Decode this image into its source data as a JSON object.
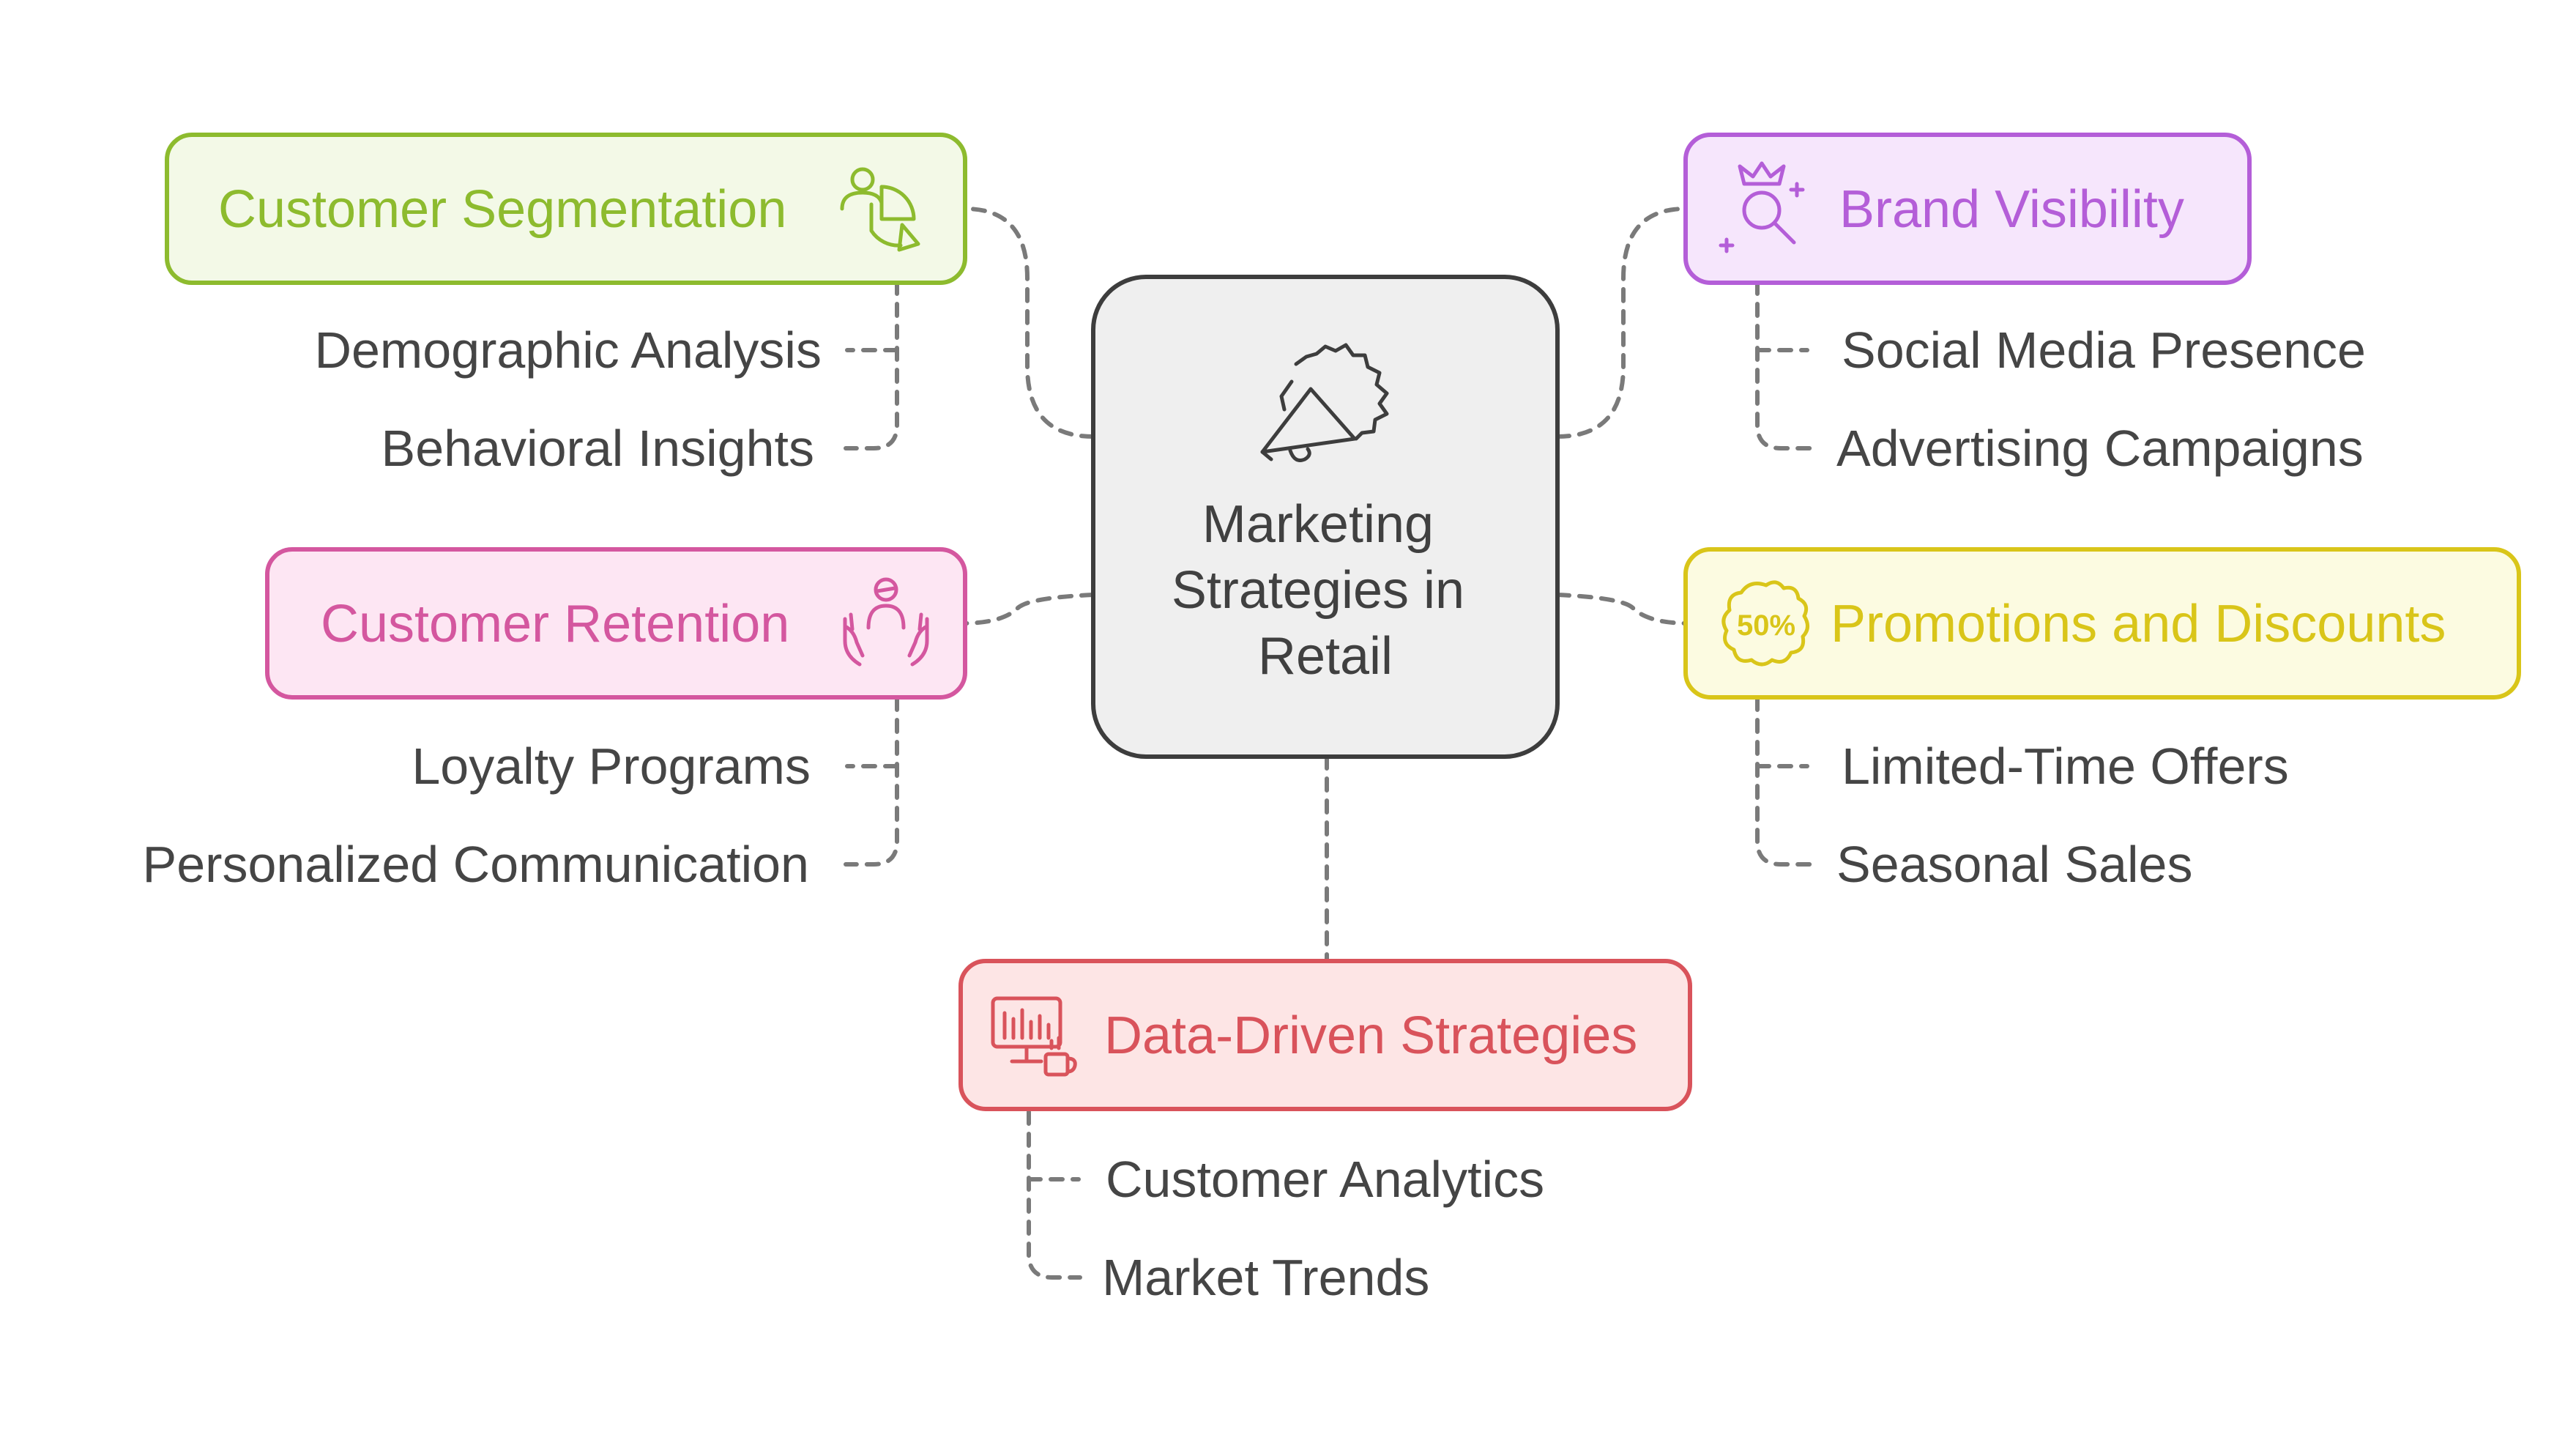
{
  "diagram": {
    "center": {
      "lines": [
        "Marketing",
        "Strategies in",
        "Retail"
      ],
      "icon": "megaphone-icon"
    },
    "categories": [
      {
        "key": "segmentation",
        "title": "Customer Segmentation",
        "icon": "pie-chart-user-icon",
        "color": "#8dbb2e",
        "fill": "#f3f9e7",
        "items": [
          "Demographic Analysis",
          "Behavioral Insights"
        ]
      },
      {
        "key": "retention",
        "title": "Customer Retention",
        "icon": "hands-person-icon",
        "color": "#d4579f",
        "fill": "#fde6f3",
        "items": [
          "Loyalty Programs",
          "Personalized Communication"
        ]
      },
      {
        "key": "brand",
        "title": "Brand Visibility",
        "icon": "crown-search-icon",
        "color": "#b45ed8",
        "fill": "#f6e6fc",
        "items": [
          "Social Media Presence",
          "Advertising Campaigns"
        ]
      },
      {
        "key": "promotions",
        "title": "Promotions and Discounts",
        "icon": "discount-badge-icon",
        "badge": "50%",
        "color": "#d9c519",
        "fill": "#fcfbe1",
        "items": [
          "Limited-Time Offers",
          "Seasonal Sales"
        ]
      },
      {
        "key": "data",
        "title": "Data-Driven Strategies",
        "icon": "monitor-chart-icon",
        "color": "#d9535b",
        "fill": "#fde5e5",
        "items": [
          "Customer Analytics",
          "Market Trends"
        ]
      }
    ]
  }
}
